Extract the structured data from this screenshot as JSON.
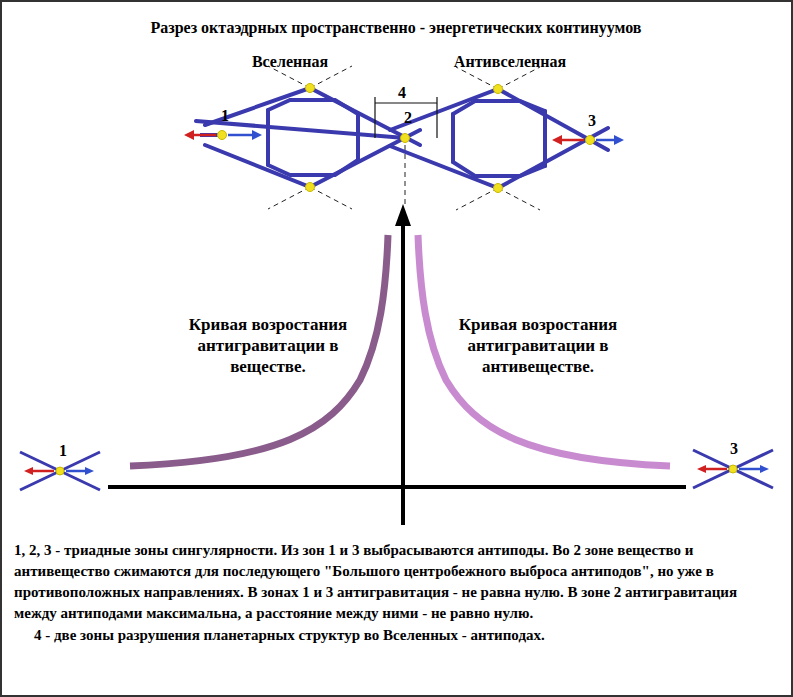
{
  "diagram": {
    "title": "Разрез октаэдрных пространственно - энергетических континуумов",
    "labels": [
      "Вселенная",
      "Антивселенная",
      "1",
      "2",
      "3",
      "4",
      "Кривая возростания антигравитации в веществе.",
      "Кривая возростания антигравитации в антивеществе.",
      "1",
      "3",
      "1, 2, 3 - триадные зоны сингулярности. Из зон 1 и 3 выбрасываются антиподы. Во 2 зоне вещество и антивещество сжимаются для последующего \"Большого центробежного выброса антиподов\", но уже в противоположных направлениях. В зонах 1 и 3 антигравитация - не равна нулю. В зоне 2 антигравитация между антиподами максимальна, а расстояние между ними - не равно нулю.",
      "4 - две зоны разрушения планетарных структур во Вселенных - антиподах."
    ]
  }
}
